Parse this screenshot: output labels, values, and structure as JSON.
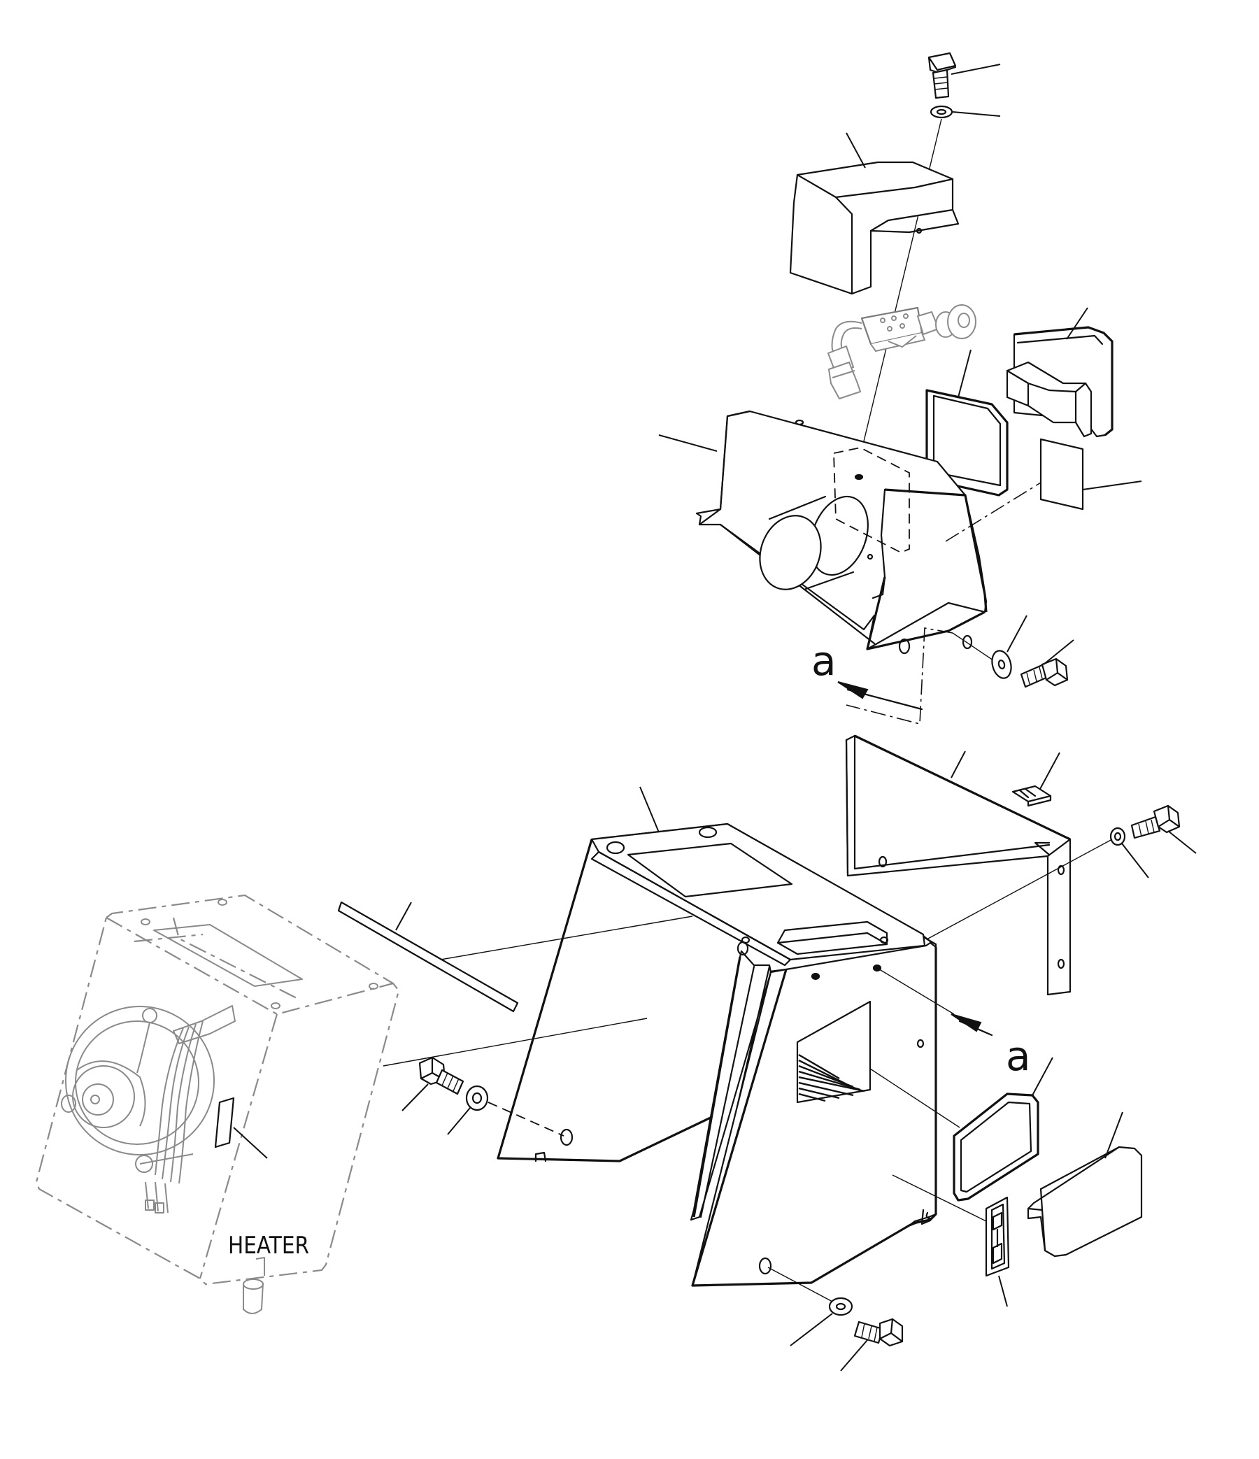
{
  "labels": {
    "view_arrow_upper": "a",
    "view_arrow_lower": "a",
    "heater": "HEATER"
  },
  "colors": {
    "line": "#111111",
    "ghost_line": "#8a8a8a",
    "background": "#ffffff"
  }
}
